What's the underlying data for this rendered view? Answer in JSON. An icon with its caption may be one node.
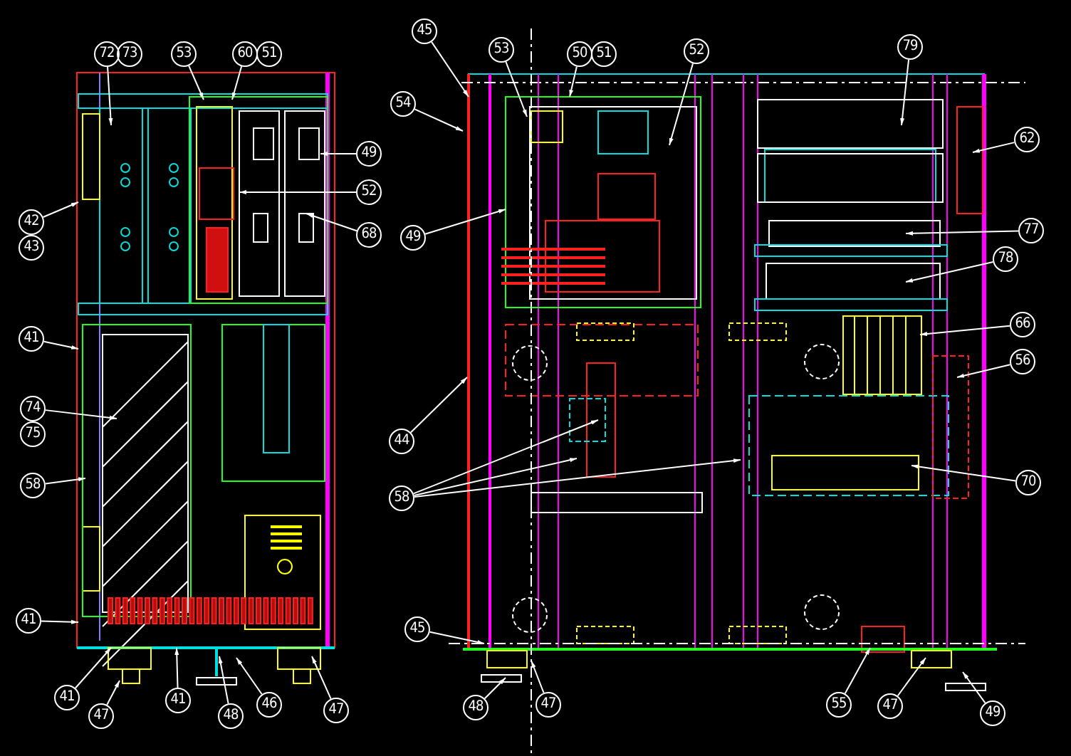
{
  "diagram": {
    "nodes": [
      {
        "text": [
          "72"
        ]
      },
      {
        "text": [
          "73"
        ]
      },
      {
        "text": [
          "53"
        ]
      },
      {
        "text": [
          "60"
        ]
      },
      {
        "text": [
          "51"
        ]
      },
      {
        "text": [
          "49"
        ]
      },
      {
        "text": [
          "52"
        ]
      },
      {
        "text": [
          "68"
        ]
      },
      {
        "text": [
          "42"
        ]
      },
      {
        "text": [
          "43"
        ]
      },
      {
        "text": [
          "41"
        ]
      },
      {
        "text": [
          "74"
        ]
      },
      {
        "text": [
          "75"
        ]
      },
      {
        "text": [
          "58"
        ]
      },
      {
        "text": [
          "41"
        ]
      },
      {
        "text": [
          "41"
        ]
      },
      {
        "text": [
          "47"
        ]
      },
      {
        "text": [
          "41"
        ]
      },
      {
        "text": [
          "48"
        ]
      },
      {
        "text": [
          "46"
        ]
      },
      {
        "text": [
          "47"
        ]
      },
      {
        "text": [
          "45"
        ]
      },
      {
        "text": [
          "53"
        ]
      },
      {
        "text": [
          "50"
        ]
      },
      {
        "text": [
          "51"
        ]
      },
      {
        "text": [
          "52"
        ]
      },
      {
        "text": [
          "54"
        ]
      },
      {
        "text": [
          "49"
        ]
      },
      {
        "text": [
          "44"
        ]
      },
      {
        "text": [
          "58"
        ]
      },
      {
        "text": [
          "45"
        ]
      },
      {
        "text": [
          "48"
        ]
      },
      {
        "text": [
          "47"
        ]
      },
      {
        "text": [
          "79"
        ]
      },
      {
        "text": [
          "62"
        ]
      },
      {
        "text": [
          "77"
        ]
      },
      {
        "text": [
          "78"
        ]
      },
      {
        "text": [
          "66"
        ]
      },
      {
        "text": [
          "56"
        ]
      },
      {
        "text": [
          "70"
        ]
      },
      {
        "text": [
          "55"
        ]
      },
      {
        "text": [
          "47"
        ]
      },
      {
        "text": [
          "49"
        ]
      }
    ],
    "edges": [
      {
        "from": 0,
        "to": null,
        "arrow": "to"
      },
      {
        "from": 2,
        "to": null,
        "arrow": "to"
      },
      {
        "from": 3,
        "to": null,
        "arrow": "to"
      },
      {
        "from": 5,
        "to": null,
        "arrow": "to"
      },
      {
        "from": 6,
        "to": null,
        "arrow": "to"
      },
      {
        "from": 7,
        "to": null,
        "arrow": "to"
      },
      {
        "from": 8,
        "to": null,
        "arrow": "to"
      },
      {
        "from": 10,
        "to": null,
        "arrow": "to"
      },
      {
        "from": 11,
        "to": null,
        "arrow": "to"
      },
      {
        "from": 13,
        "to": null,
        "arrow": "to"
      },
      {
        "from": 14,
        "to": null,
        "arrow": "to"
      },
      {
        "from": 15,
        "to": null,
        "arrow": "to"
      },
      {
        "from": 16,
        "to": null,
        "arrow": "to"
      },
      {
        "from": 17,
        "to": null,
        "arrow": "to"
      },
      {
        "from": 18,
        "to": null,
        "arrow": "to"
      },
      {
        "from": 19,
        "to": null,
        "arrow": "to"
      },
      {
        "from": 20,
        "to": null,
        "arrow": "to"
      },
      {
        "from": 21,
        "to": null,
        "arrow": "to"
      },
      {
        "from": 22,
        "to": null,
        "arrow": "to"
      },
      {
        "from": 23,
        "to": null,
        "arrow": "to"
      },
      {
        "from": 25,
        "to": null,
        "arrow": "to"
      },
      {
        "from": 26,
        "to": null,
        "arrow": "to"
      },
      {
        "from": 27,
        "to": null,
        "arrow": "to"
      },
      {
        "from": 28,
        "to": null,
        "arrow": "to"
      },
      {
        "from": 29,
        "to": null,
        "arrow": "to"
      },
      {
        "from": 29,
        "to": null,
        "arrow": "to"
      },
      {
        "from": 29,
        "to": null,
        "arrow": "to"
      },
      {
        "from": 30,
        "to": null,
        "arrow": "to"
      },
      {
        "from": 31,
        "to": null,
        "arrow": "to"
      },
      {
        "from": 32,
        "to": null,
        "arrow": "to"
      },
      {
        "from": 33,
        "to": null,
        "arrow": "to"
      },
      {
        "from": 34,
        "to": null,
        "arrow": "to"
      },
      {
        "from": 35,
        "to": null,
        "arrow": "to"
      },
      {
        "from": 36,
        "to": null,
        "arrow": "to"
      },
      {
        "from": 37,
        "to": null,
        "arrow": "to"
      },
      {
        "from": 38,
        "to": null,
        "arrow": "to"
      },
      {
        "from": 39,
        "to": null,
        "arrow": "to"
      },
      {
        "from": 40,
        "to": null,
        "arrow": "to"
      },
      {
        "from": 41,
        "to": null,
        "arrow": "to"
      },
      {
        "from": 42,
        "to": null,
        "arrow": "to"
      }
    ]
  }
}
